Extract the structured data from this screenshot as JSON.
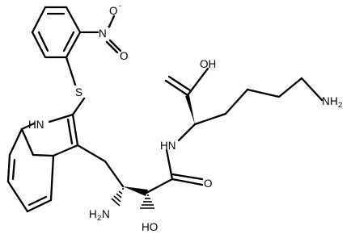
{
  "labels": {
    "nitro_n": "N",
    "nitro_plus": "+",
    "nitro_o_top": "O",
    "nitro_minus": "-",
    "nitro_o_side": "O",
    "sulfur": "S",
    "indole_nh": "HN",
    "acid_oh": "OH",
    "amide_nh": "HN",
    "amide_o": "O",
    "amine_n": "N",
    "amine_h2": "H",
    "amine_sub": "2",
    "hydroxyl": "HO",
    "lysine_h": "H",
    "lysine_sub": "2",
    "lysine_n": "N"
  }
}
